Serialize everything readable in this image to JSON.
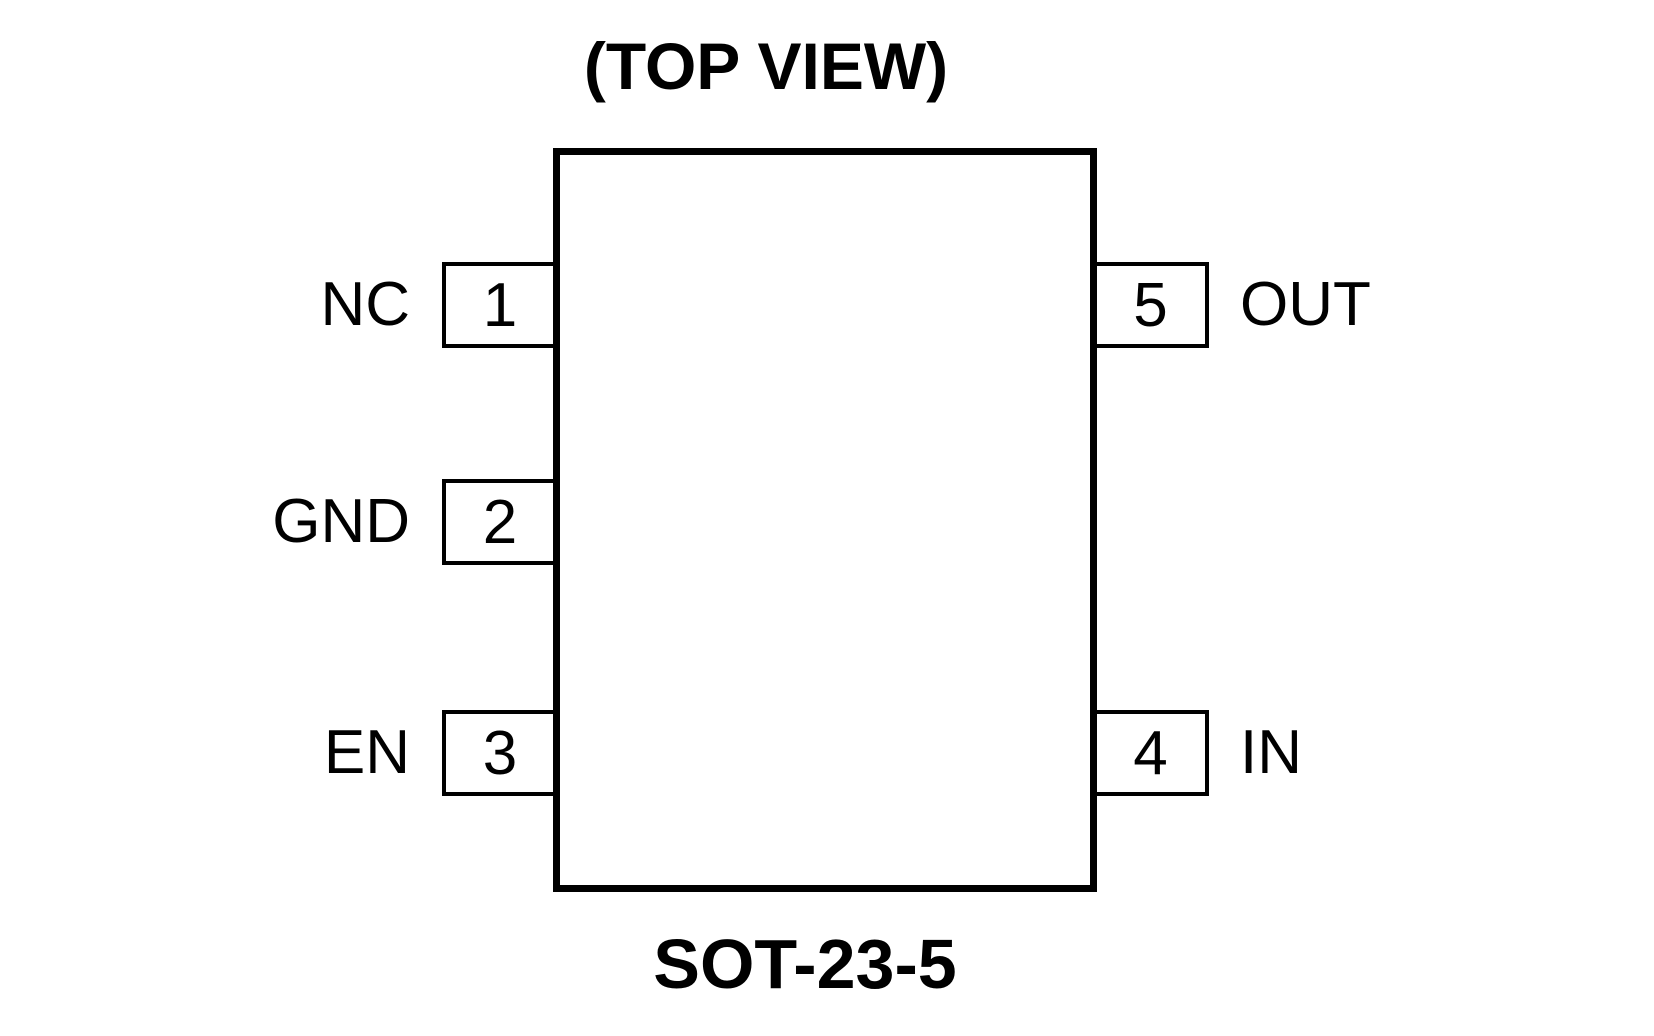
{
  "diagram": {
    "title": "(TOP VIEW)",
    "package_label": "SOT-23-5",
    "pins": [
      {
        "number": "1",
        "name": "NC",
        "side": "left"
      },
      {
        "number": "2",
        "name": "GND",
        "side": "left"
      },
      {
        "number": "3",
        "name": "EN",
        "side": "left"
      },
      {
        "number": "4",
        "name": "IN",
        "side": "right"
      },
      {
        "number": "5",
        "name": "OUT",
        "side": "right"
      }
    ],
    "colors": {
      "line": "#000000",
      "background": "#ffffff"
    }
  }
}
